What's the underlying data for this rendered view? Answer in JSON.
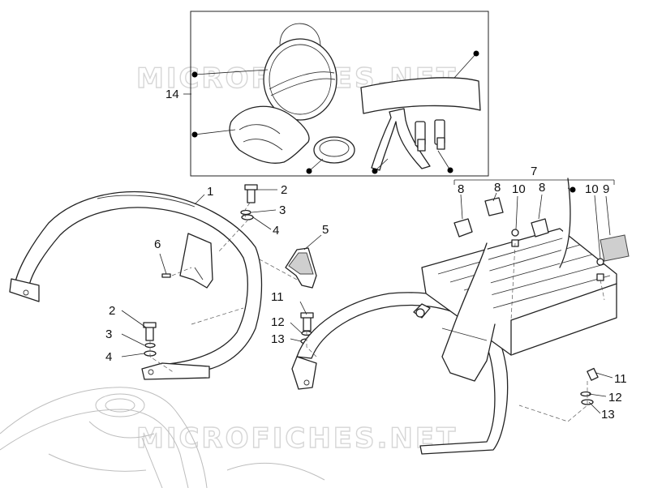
{
  "watermark": "MICROFICHES.NET",
  "callouts": [
    {
      "id": "c14",
      "text": "14"
    },
    {
      "id": "c1",
      "text": "1"
    },
    {
      "id": "c2a",
      "text": "2"
    },
    {
      "id": "c3a",
      "text": "3"
    },
    {
      "id": "c4a",
      "text": "4"
    },
    {
      "id": "c5",
      "text": "5"
    },
    {
      "id": "c6",
      "text": "6"
    },
    {
      "id": "c2b",
      "text": "2"
    },
    {
      "id": "c3b",
      "text": "3"
    },
    {
      "id": "c4b",
      "text": "4"
    },
    {
      "id": "c11a",
      "text": "11"
    },
    {
      "id": "c12a",
      "text": "12"
    },
    {
      "id": "c13a",
      "text": "13"
    },
    {
      "id": "c7",
      "text": "7"
    },
    {
      "id": "c8a",
      "text": "8"
    },
    {
      "id": "c8b",
      "text": "8"
    },
    {
      "id": "c10a",
      "text": "10"
    },
    {
      "id": "c8c",
      "text": "8"
    },
    {
      "id": "c10b",
      "text": "10"
    },
    {
      "id": "c9",
      "text": "9"
    },
    {
      "id": "c11b",
      "text": "11"
    },
    {
      "id": "c12b",
      "text": "12"
    },
    {
      "id": "c13b",
      "text": "13"
    }
  ]
}
